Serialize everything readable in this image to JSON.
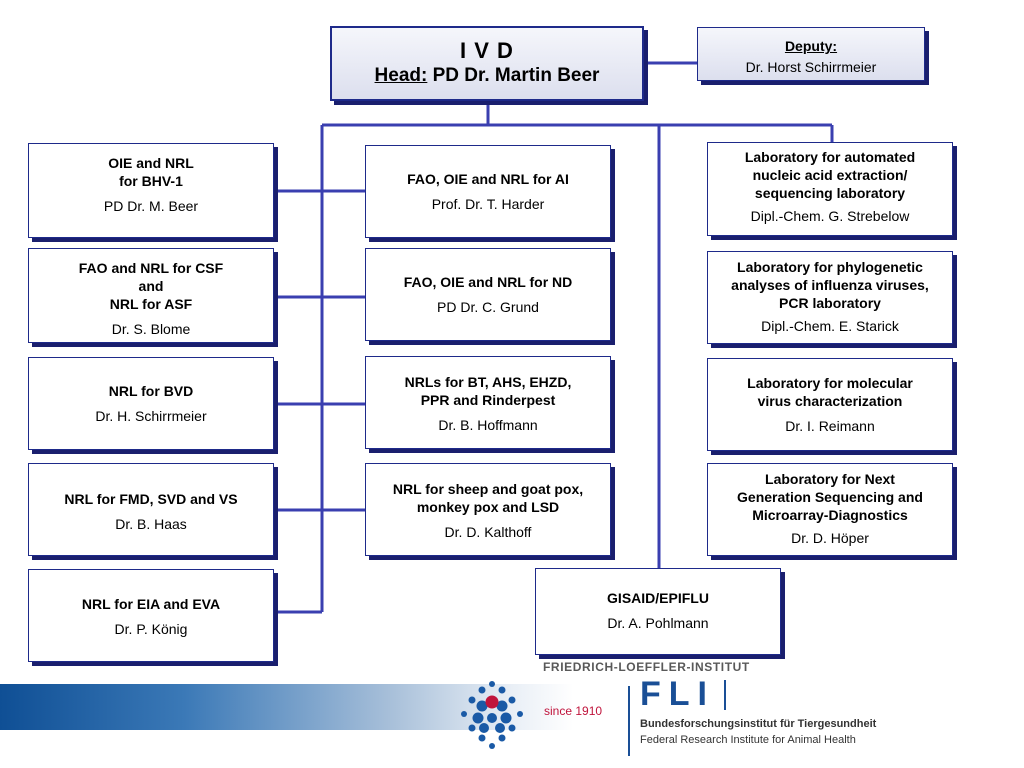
{
  "head": {
    "title": "I V D",
    "head_label": "Head:",
    "head_name": "PD Dr. Martin Beer"
  },
  "deputy": {
    "label": "Deputy:",
    "name": "Dr. Horst Schirrmeier"
  },
  "left": [
    {
      "title": [
        "OIE and NRL",
        "for BHV-1"
      ],
      "person": "PD Dr. M. Beer"
    },
    {
      "title": [
        "FAO and NRL for CSF",
        "and",
        "NRL for ASF"
      ],
      "person": "Dr. S. Blome"
    },
    {
      "title": [
        "NRL for BVD"
      ],
      "person": "Dr. H. Schirrmeier"
    },
    {
      "title": [
        "NRL for FMD, SVD and VS"
      ],
      "person": "Dr. B. Haas"
    },
    {
      "title": [
        "NRL for EIA and EVA"
      ],
      "person": "Dr. P. König"
    }
  ],
  "middle": [
    {
      "title": [
        "FAO, OIE and NRL for AI"
      ],
      "person": "Prof. Dr. T. Harder"
    },
    {
      "title": [
        "FAO, OIE and NRL for ND"
      ],
      "person": "PD Dr. C. Grund"
    },
    {
      "title": [
        "NRLs for BT, AHS, EHZD,",
        "PPR and Rinderpest"
      ],
      "person": "Dr. B. Hoffmann"
    },
    {
      "title": [
        "NRL for sheep and goat pox,",
        "monkey pox and LSD"
      ],
      "person": "Dr. D. Kalthoff"
    }
  ],
  "right": [
    {
      "title": [
        "Laboratory for automated",
        "nucleic acid extraction/",
        "sequencing laboratory"
      ],
      "person": "Dipl.-Chem. G. Strebelow"
    },
    {
      "title": [
        "Laboratory for phylogenetic",
        "analyses of influenza viruses,",
        "PCR laboratory"
      ],
      "person": "Dipl.-Chem. E. Starick"
    },
    {
      "title": [
        "Laboratory for molecular",
        "virus characterization"
      ],
      "person": "Dr. I. Reimann"
    },
    {
      "title": [
        "Laboratory for Next",
        "Generation Sequencing and",
        "Microarray-Diagnostics"
      ],
      "person": "Dr. D. Höper"
    }
  ],
  "gisaid": {
    "title": [
      "GISAID/EPIFLU"
    ],
    "person": "Dr. A. Pohlmann"
  },
  "footer": {
    "institute": "FRIEDRICH-LOEFFLER-INSTITUT",
    "since": "since 1910",
    "abbr": "FLI",
    "name_de": "Bundesforschungsinstitut für Tiergesundheit",
    "name_en": "Federal Research Institute for Animal Health"
  },
  "colors": {
    "line": "#3a3fb0",
    "box_border": "#1e2a8a",
    "shadow": "#1a1f6e",
    "logo_blue": "#1a5aa6",
    "logo_red": "#c0143c"
  }
}
